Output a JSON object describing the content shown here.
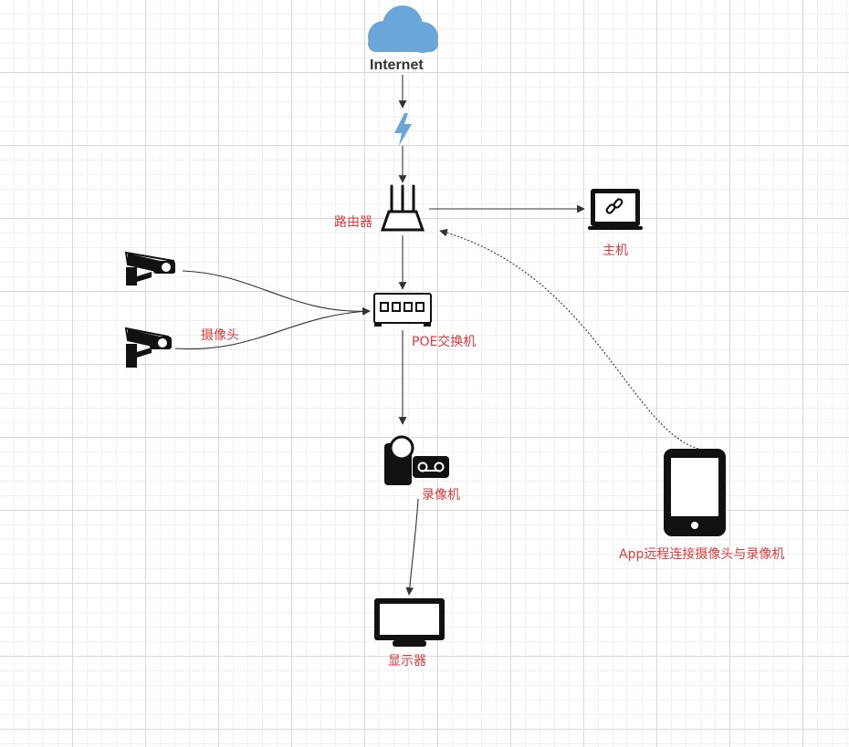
{
  "labels": {
    "internet": "Internet",
    "router": "路由器",
    "host": "主机",
    "switch": "POE交换机",
    "camera": "摄像头",
    "recorder": "录像机",
    "display": "显示器",
    "app": "App远程连接摄像头与录像机"
  },
  "colors": {
    "label": "#e03a3a",
    "cloud": "#6aa7d8",
    "bolt": "#6aa7d8",
    "line": "#333333",
    "icon": "#111111"
  },
  "icons": [
    "cloud-icon",
    "lightning-icon",
    "router-icon",
    "monitor-link-icon",
    "switch-icon",
    "camera-icon",
    "camera-icon",
    "recorder-icon",
    "display-icon",
    "tablet-icon"
  ]
}
